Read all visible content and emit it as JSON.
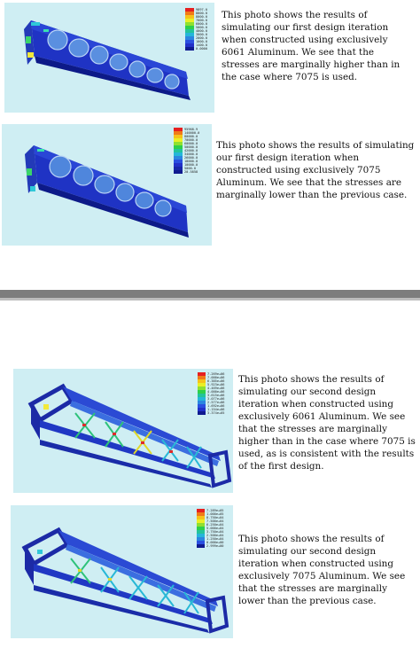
{
  "sections": [
    {
      "caption": "This photo shows the results of simulating our first design iteration when constructed using exclusively 6061 Aluminum.  We see that the stresses are marginally higher than in the case where 7075 is used.",
      "legend_labels": [
        "9897.0",
        "8800.0",
        "8000.0",
        "7000.0",
        "6000.0",
        "5000.0",
        "4000.0",
        "3000.0",
        "2000.0",
        "1000.0",
        "1400.0",
        "0.0000"
      ]
    },
    {
      "caption": "This photo shows the results of simulating our first design iteration when constructed using exclusively 7075 Aluminum.  We see that the stresses are marginally lower than the previous case.",
      "legend_labels": [
        "95968.9",
        "140000.0",
        "80000.0",
        "70000.0",
        "60000.0",
        "50000.0",
        "42000.0",
        "34000.0",
        "26000.0",
        "18000.0",
        "10000.0",
        "5000.0",
        "20.5858"
      ]
    },
    {
      "caption": "This photo shows the results of simulating our second design iteration when constructed using exclusively 6061 Aluminum.  We see that the stresses are marginally higher than in the case where 7075 is used, as is consistent with the results of the first design.",
      "legend_labels": [
        "7.269e+06",
        "7.000e+06",
        "6.385e+06",
        "5.923e+06",
        "4.469e+06",
        "4.000e+06",
        "3.615e+06",
        "3.077e+06",
        "2.577e+06",
        "1.692e+06",
        "1.154e+06",
        "3.374e+05"
      ]
    },
    {
      "caption": "This photo shows the results of simulating our second design iteration when constructed using exclusively 7075 Aluminum.  We see that the stresses are marginally lower than the previous case.",
      "legend_labels": [
        "7.289e+05",
        "1.000e+05",
        "8.750e+04",
        "7.500e+04",
        "6.250e+04",
        "5.000e+04",
        "3.750e+04",
        "2.500e+04",
        "1.250e+04",
        "0.000e+00",
        "2.999e+00"
      ]
    }
  ],
  "colors": {
    "panel_bg": "#cfeef3",
    "divider": "#7d7d7d",
    "frame_blue": "#1d2fb8",
    "frame_dark": "#0c1670"
  }
}
